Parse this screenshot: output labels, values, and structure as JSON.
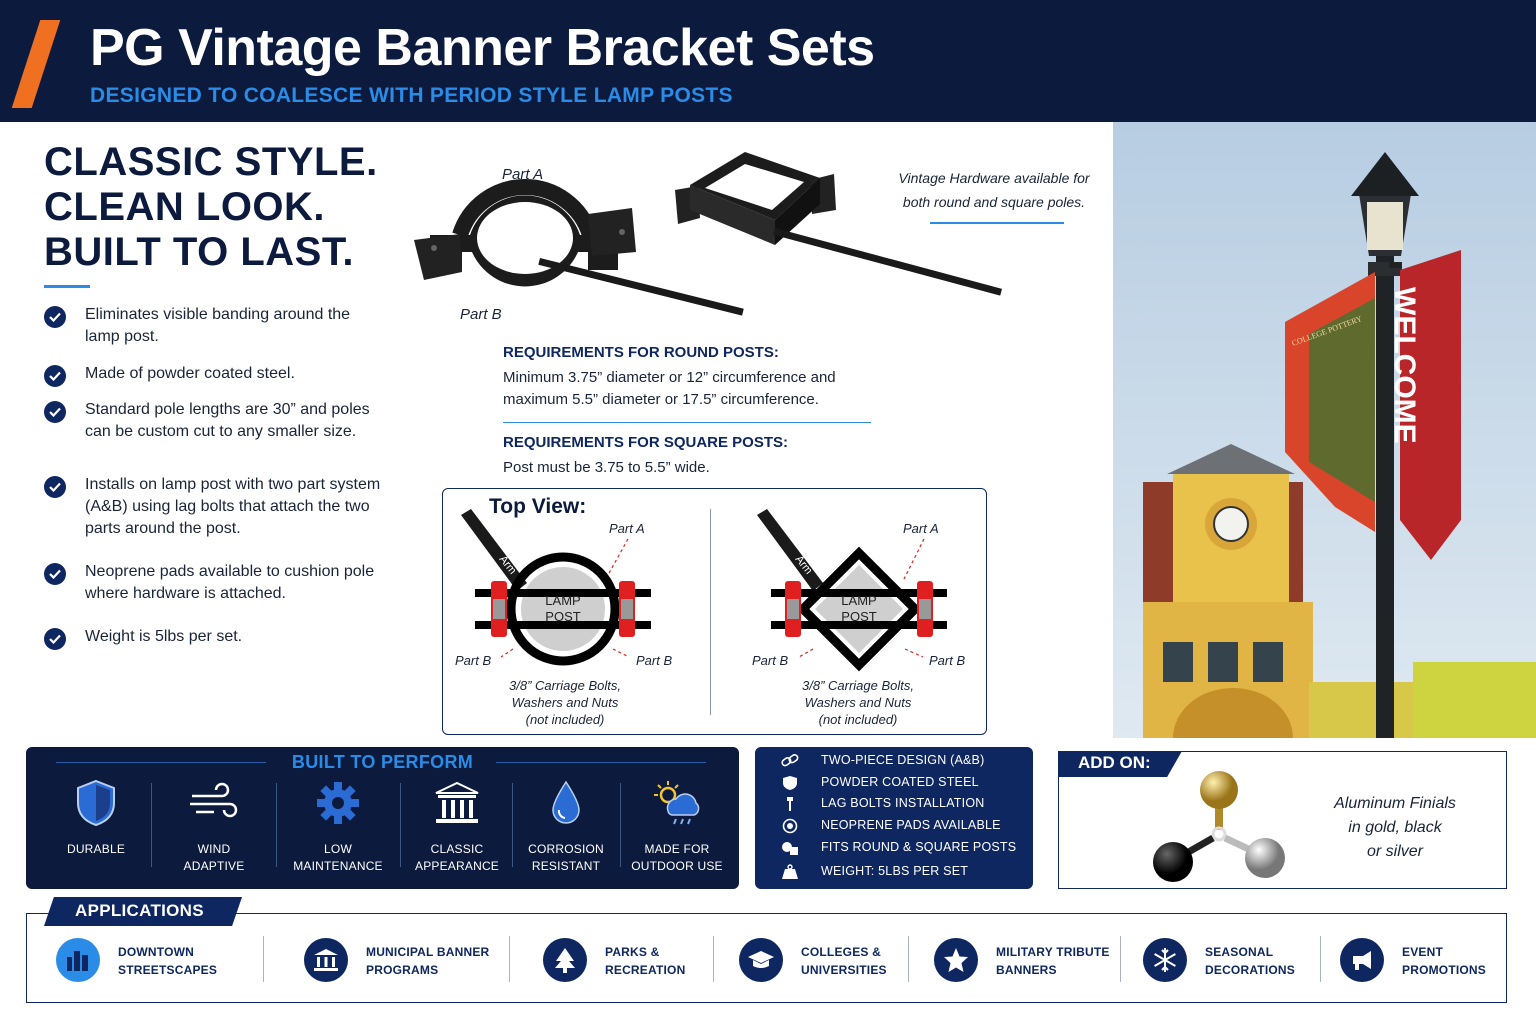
{
  "header": {
    "title": "PG Vintage Banner Bracket Sets",
    "subtitle": "DESIGNED TO COALESCE WITH PERIOD STYLE LAMP POSTS"
  },
  "headline": [
    "CLASSIC STYLE.",
    "CLEAN LOOK.",
    "BUILT TO LAST."
  ],
  "features": [
    "Eliminates visible banding around the lamp post.",
    "Made of powder coated steel.",
    "Standard pole lengths are 30” and poles can be custom cut to any smaller size.",
    "Installs on lamp post with two part system (A&B) using lag bolts that attach the two parts around the post.",
    "Neoprene pads available to cushion pole where hardware is attached.",
    "Weight is 5lbs per set."
  ],
  "brackets": {
    "part_a": "Part A",
    "part_b": "Part B",
    "note": "Vintage Hardware available for both round and square poles."
  },
  "requirements": {
    "round_title": "REQUIREMENTS FOR ROUND POSTS:",
    "round_text": "Minimum 3.75” diameter or 12” circumference and maximum 5.5” diameter or 17.5” circumference.",
    "square_title": "REQUIREMENTS FOR SQUARE POSTS:",
    "square_text": "Post must be 3.75 to 5.5” wide."
  },
  "top_view": {
    "title": "Top View:",
    "arm": "Arm",
    "lamp1": "LAMP",
    "lamp2": "POST",
    "part_a": "Part A",
    "part_b": "Part B",
    "caption1": "3/8” Carriage Bolts,",
    "caption2": "Washers and Nuts",
    "caption3": "(not included)"
  },
  "photo": {
    "banner_text": "WELCOME",
    "banner_small": "COLLEGE POTTERY"
  },
  "perform": {
    "title": "BUILT TO PERFORM",
    "items": [
      {
        "label1": "DURABLE",
        "label2": "",
        "icon": "shield-icon"
      },
      {
        "label1": "WIND",
        "label2": "ADAPTIVE",
        "icon": "wind-icon"
      },
      {
        "label1": "LOW",
        "label2": "MAINTENANCE",
        "icon": "gear-icon"
      },
      {
        "label1": "CLASSIC",
        "label2": "APPEARANCE",
        "icon": "columns-icon"
      },
      {
        "label1": "CORROSION",
        "label2": "RESISTANT",
        "icon": "droplet-icon"
      },
      {
        "label1": "MADE FOR",
        "label2": "OUTDOOR USE",
        "icon": "weather-icon"
      }
    ]
  },
  "specs": [
    {
      "text": "TWO-PIECE DESIGN (A&B)",
      "icon": "link-icon"
    },
    {
      "text": "POWDER COATED STEEL",
      "icon": "shield-icon"
    },
    {
      "text": "LAG BOLTS INSTALLATION",
      "icon": "bolt-icon"
    },
    {
      "text": "NEOPRENE PADS AVAILABLE",
      "icon": "pad-icon"
    },
    {
      "text": "FITS ROUND & SQUARE POSTS",
      "icon": "shapes-icon"
    },
    {
      "text": "WEIGHT: 5LBS PER SET",
      "icon": "weight-icon"
    }
  ],
  "addon": {
    "title": "ADD ON:",
    "line1": "Aluminum Finials",
    "line2": "in gold, black",
    "line3": "or silver"
  },
  "applications": {
    "title": "APPLICATIONS",
    "items": [
      {
        "line1": "DOWNTOWN",
        "line2": "STREETSCAPES",
        "icon": "city-icon"
      },
      {
        "line1": "MUNICIPAL BANNER",
        "line2": "PROGRAMS",
        "icon": "civic-building-icon"
      },
      {
        "line1": "PARKS &",
        "line2": "RECREATION",
        "icon": "tree-icon"
      },
      {
        "line1": "COLLEGES &",
        "line2": "UNIVERSITIES",
        "icon": "graduation-cap-icon"
      },
      {
        "line1": "MILITARY TRIBUTE",
        "line2": "BANNERS",
        "icon": "star-icon"
      },
      {
        "line1": "SEASONAL",
        "line2": "DECORATIONS",
        "icon": "snowflake-icon"
      },
      {
        "line1": "EVENT",
        "line2": "PROMOTIONS",
        "icon": "megaphone-icon"
      }
    ]
  },
  "colors": {
    "navy": "#0b1a3d",
    "accent_blue": "#2a8ce6",
    "accent_orange": "#f07022",
    "bolt_red": "#e02020"
  }
}
